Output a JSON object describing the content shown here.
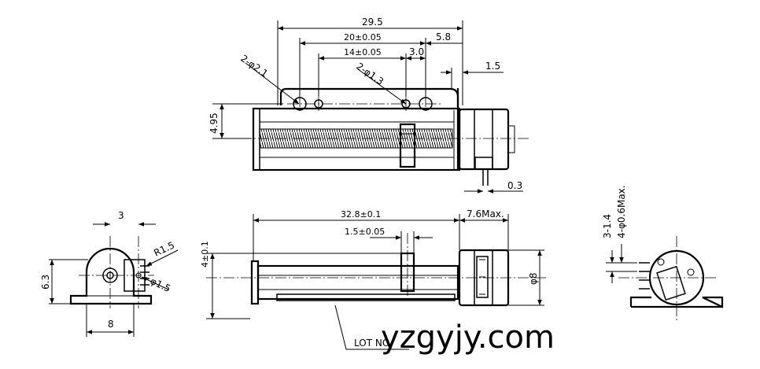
{
  "dimensions": {
    "overall_length": "29.5",
    "hole_spacing_outer": "20±0.05",
    "hole_spacing_inner": "14±0.05",
    "offset_3_0": "3.0",
    "offset_5_8": "5.8",
    "offset_1_5": "1.5",
    "holes_large": "2-φ2.1",
    "holes_small": "2-φ1.3",
    "height_4_95": "4.95",
    "pin_0_3": "0.3",
    "body_length": "32.8±0.1",
    "motor_max": "7.6Max.",
    "nut_1_5": "1.5±0.05",
    "height_4_01": "4±0.1",
    "dia_8": "φ8",
    "left_width_3": "3",
    "left_radius": "R1.5",
    "left_dia": "φ1.5",
    "left_height": "6.3",
    "left_width_8": "8",
    "right_pitch": "3-1.4",
    "right_pins": "4-φ0.6Max."
  },
  "callout": "LOT NO.",
  "watermark": "yzgyjy.com"
}
